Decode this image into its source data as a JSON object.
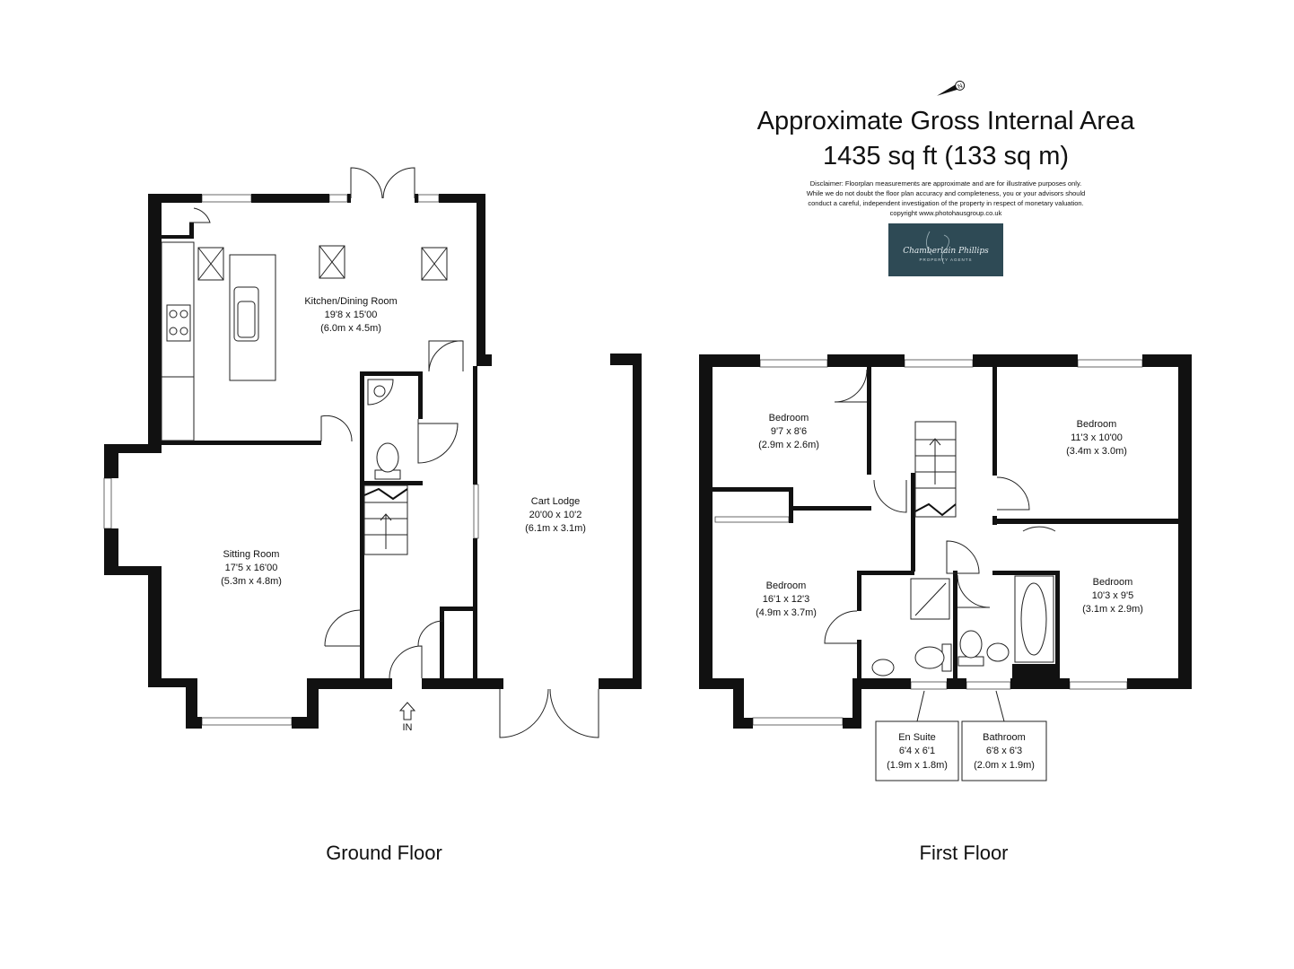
{
  "header": {
    "title_line1": "Approximate Gross Internal Area",
    "title_line2": "1435 sq ft (133 sq m)",
    "disclaimer": [
      "Disclaimer: Floorplan measurements are approximate and are for illustrative purposes only.",
      "While we do not doubt the floor plan accuracy and completeness, you or your advisors should",
      "conduct a careful, independent investigation of the property in respect of monetary valuation.",
      "copyright www.photohausgroup.co.uk"
    ],
    "logo": {
      "script_text": "Chamberlain Phillips",
      "sub_text": "PROPERTY AGENTS",
      "bg_color": "#2e4a55"
    },
    "compass": {
      "letter": "N"
    }
  },
  "ground_floor": {
    "label": "Ground Floor",
    "entrance_label": "IN",
    "rooms": [
      {
        "name": "Kitchen/Dining Room",
        "imperial": "19'8 x 15'00",
        "metric": "(6.0m x 4.5m)"
      },
      {
        "name": "Sitting Room",
        "imperial": "17'5 x 16'00",
        "metric": "(5.3m x 4.8m)"
      },
      {
        "name": "Cart Lodge",
        "imperial": "20'00 x 10'2",
        "metric": "(6.1m x 3.1m)"
      }
    ]
  },
  "first_floor": {
    "label": "First Floor",
    "rooms": [
      {
        "name": "Bedroom",
        "imperial": "9'7 x 8'6",
        "metric": "(2.9m x 2.6m)"
      },
      {
        "name": "Bedroom",
        "imperial": "11'3 x 10'00",
        "metric": "(3.4m x 3.0m)"
      },
      {
        "name": "Bedroom",
        "imperial": "16'1 x 12'3",
        "metric": "(4.9m x 3.7m)"
      },
      {
        "name": "Bedroom",
        "imperial": "10'3 x 9'5",
        "metric": "(3.1m x 2.9m)"
      }
    ],
    "callouts": [
      {
        "name": "En Suite",
        "imperial": "6'4 x 6'1",
        "metric": "(1.9m x 1.8m)"
      },
      {
        "name": "Bathroom",
        "imperial": "6'8 x 6'3",
        "metric": "(2.0m x 1.9m)"
      }
    ]
  }
}
